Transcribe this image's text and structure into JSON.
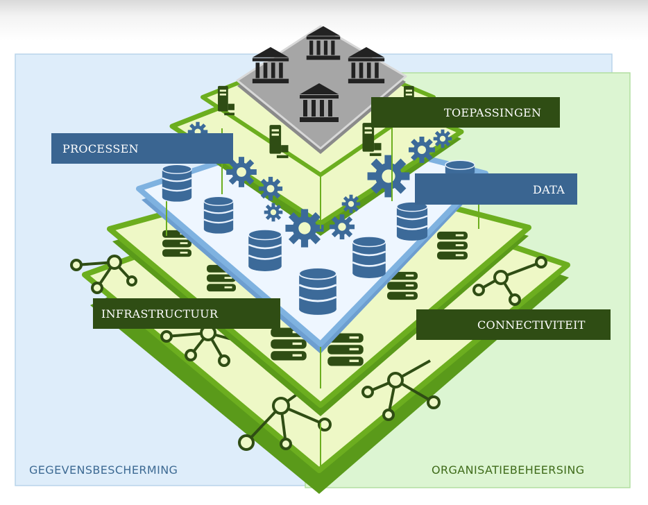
{
  "diagram": {
    "labels": {
      "toepassingen": "TOEPASSINGEN",
      "processen": "PROCESSEN",
      "data": "DATA",
      "infrastructuur": "INFRASTRUCTUUR",
      "connectiviteit": "CONNECTIVITEIT",
      "gegevensbescherming": "GEGEVENSBESCHERMING",
      "organisatiebeheersing": "ORGANISATIEBEHEERSING"
    },
    "colors": {
      "left_panel": "#deedfa",
      "right_panel": "#dcf5d2",
      "layer_fill": "#eef8c6",
      "layer_edge_green": "#6cae1f",
      "layer_edge_blue": "#7fb2e0",
      "top_layer": "#a6a6a6",
      "label_dark_green": "#2f4d14",
      "label_blue": "#3a6591",
      "icon_dark_green": "#2f4d14",
      "icon_blue": "#3c6a99",
      "left_caption": "#3d6a93",
      "right_caption": "#3f6b1a"
    },
    "icons": [
      "bank-icon",
      "server-icon",
      "gear-icon",
      "database-icon",
      "storage-icon",
      "network-node-icon"
    ]
  }
}
